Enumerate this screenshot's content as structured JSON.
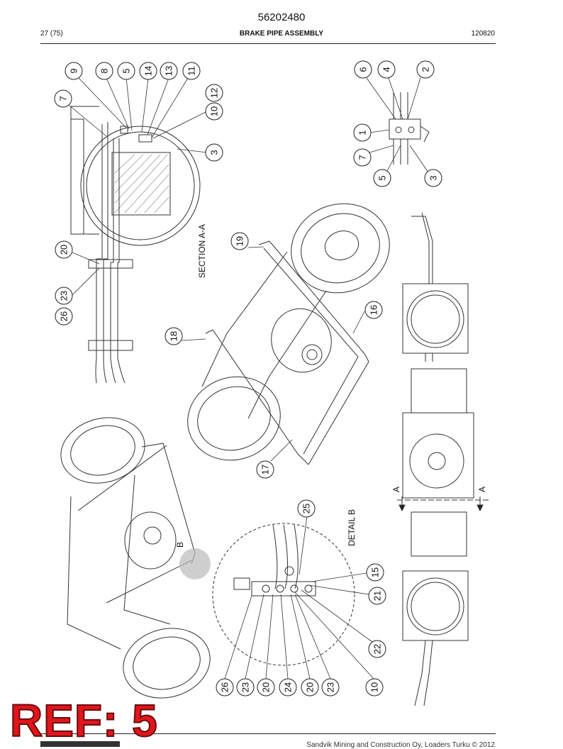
{
  "header": {
    "doc_number": "56202480",
    "page": "27 (75)",
    "title": "BRAKE PIPE ASSEMBLY",
    "code": "120820"
  },
  "labels": {
    "section": "SECTION A-A",
    "detail": "DETAIL B",
    "detail_marker": "B",
    "view_a_left": "A",
    "view_a_right": "A"
  },
  "callouts": {
    "section": [
      "9",
      "8",
      "5",
      "14",
      "13",
      "11",
      "7",
      "12",
      "10",
      "3",
      "20",
      "23",
      "26"
    ],
    "valve": [
      "6",
      "4",
      "2",
      "1",
      "7",
      "5",
      "3"
    ],
    "main": [
      "19",
      "16",
      "18",
      "17"
    ],
    "detail": [
      "25",
      "15",
      "21",
      "22",
      "26",
      "23",
      "20",
      "24",
      "20",
      "23",
      "10"
    ]
  },
  "stamp": "REF: 5",
  "footer": "Sandvik Mining and Construction Oy, Loaders Turku © 2012"
}
